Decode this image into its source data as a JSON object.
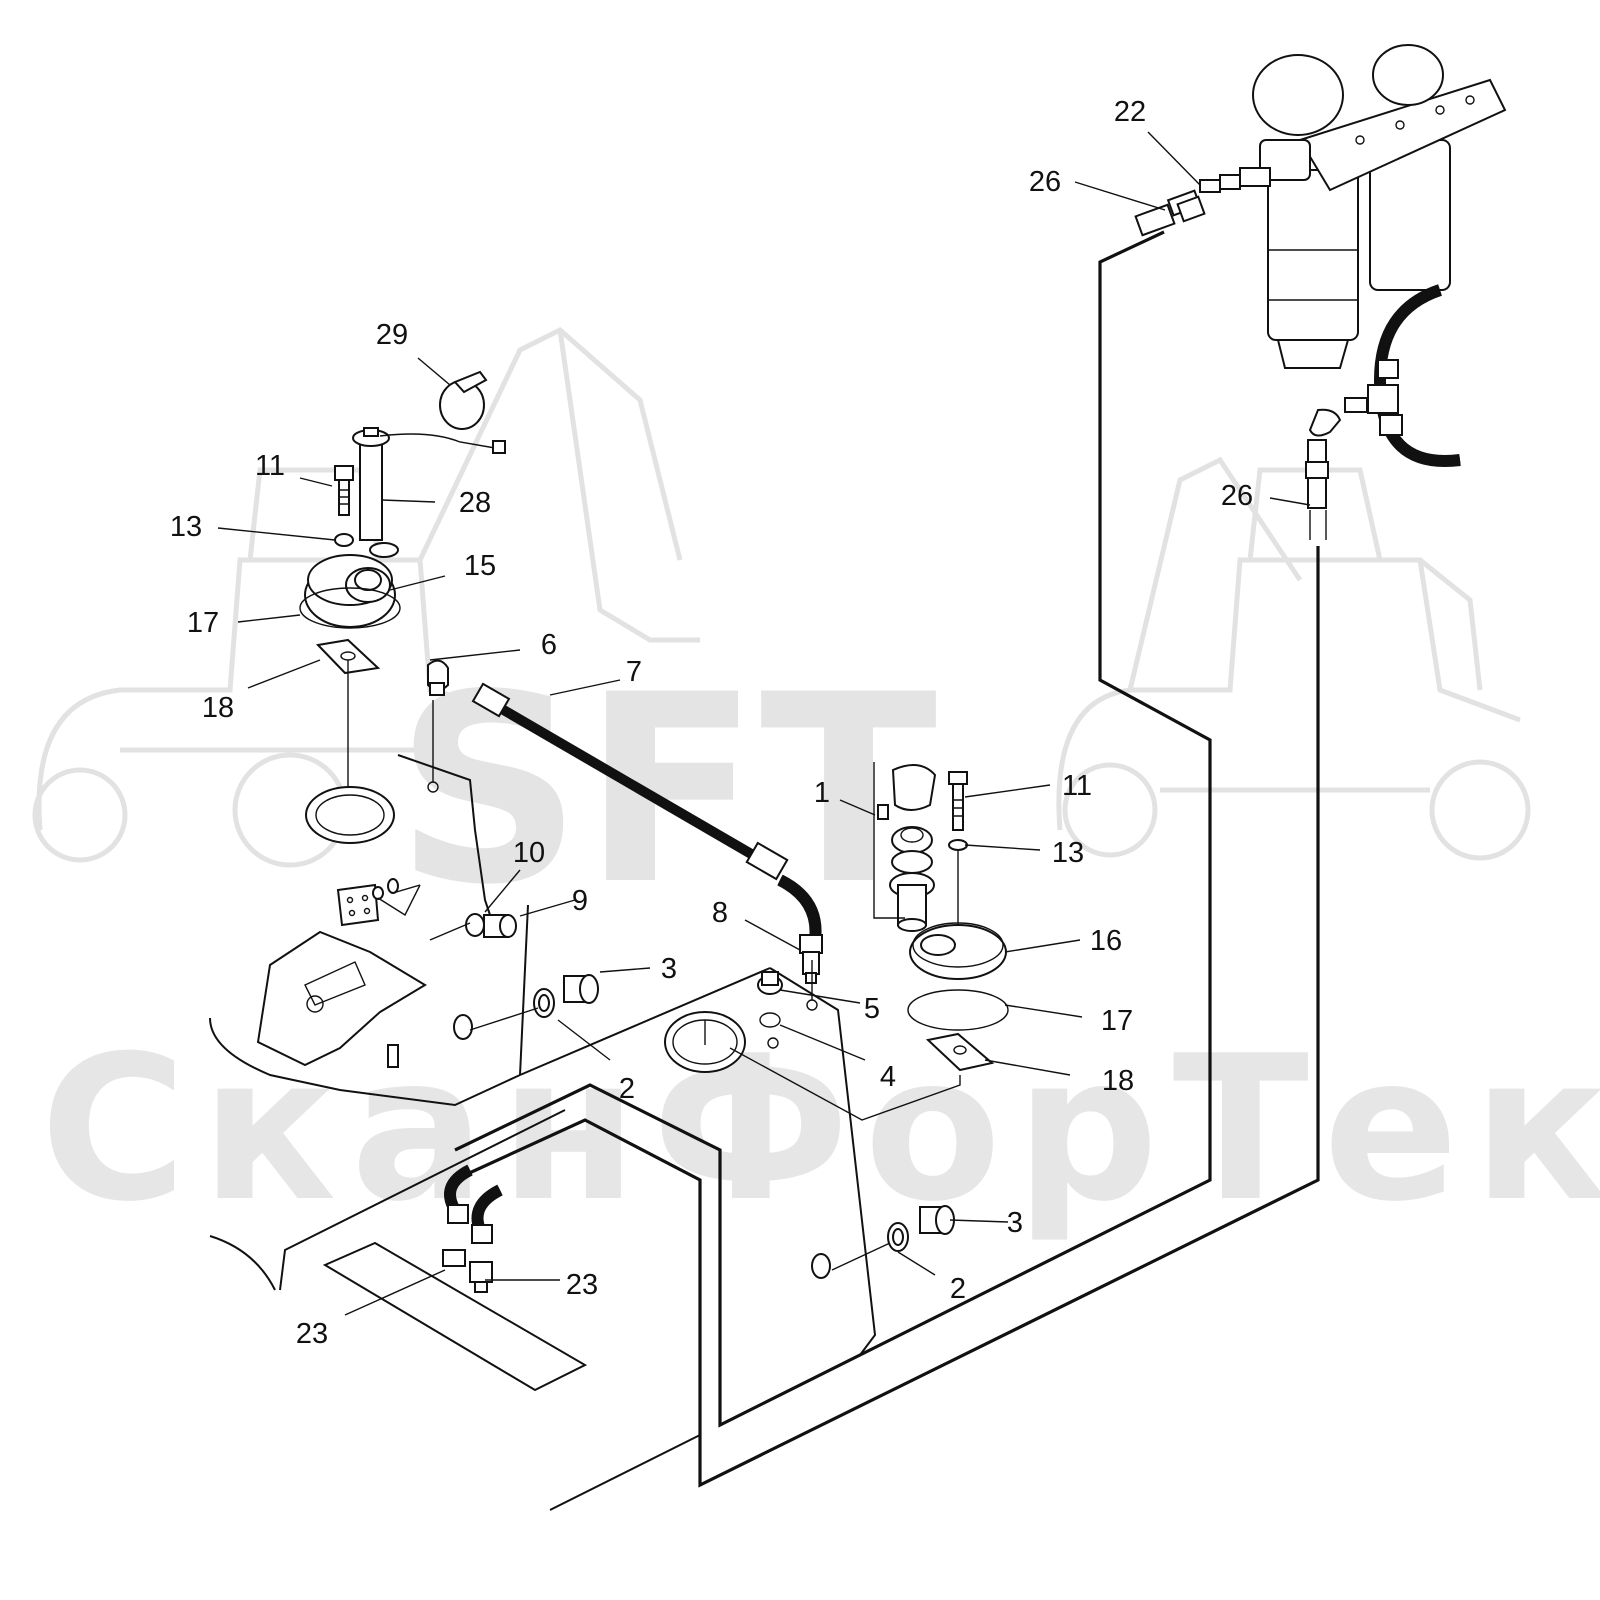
{
  "watermark": {
    "logo_text": "SFT",
    "company_text": "СканФорТек"
  },
  "callouts": [
    {
      "id": "c29",
      "label": "29"
    },
    {
      "id": "c11a",
      "label": "11"
    },
    {
      "id": "c28",
      "label": "28"
    },
    {
      "id": "c13a",
      "label": "13"
    },
    {
      "id": "c15",
      "label": "15"
    },
    {
      "id": "c17a",
      "label": "17"
    },
    {
      "id": "c18a",
      "label": "18"
    },
    {
      "id": "c6",
      "label": "6"
    },
    {
      "id": "c7",
      "label": "7"
    },
    {
      "id": "c10",
      "label": "10"
    },
    {
      "id": "c9",
      "label": "9"
    },
    {
      "id": "c3a",
      "label": "3"
    },
    {
      "id": "c2a",
      "label": "2"
    },
    {
      "id": "c8",
      "label": "8"
    },
    {
      "id": "c5",
      "label": "5"
    },
    {
      "id": "c4",
      "label": "4"
    },
    {
      "id": "c1",
      "label": "1"
    },
    {
      "id": "c11b",
      "label": "11"
    },
    {
      "id": "c13b",
      "label": "13"
    },
    {
      "id": "c16",
      "label": "16"
    },
    {
      "id": "c17b",
      "label": "17"
    },
    {
      "id": "c18b",
      "label": "18"
    },
    {
      "id": "c3b",
      "label": "3"
    },
    {
      "id": "c2b",
      "label": "2"
    },
    {
      "id": "c23a",
      "label": "23"
    },
    {
      "id": "c23b",
      "label": "23"
    },
    {
      "id": "c22",
      "label": "22"
    },
    {
      "id": "c26a",
      "label": "26"
    },
    {
      "id": "c26b",
      "label": "26"
    }
  ]
}
